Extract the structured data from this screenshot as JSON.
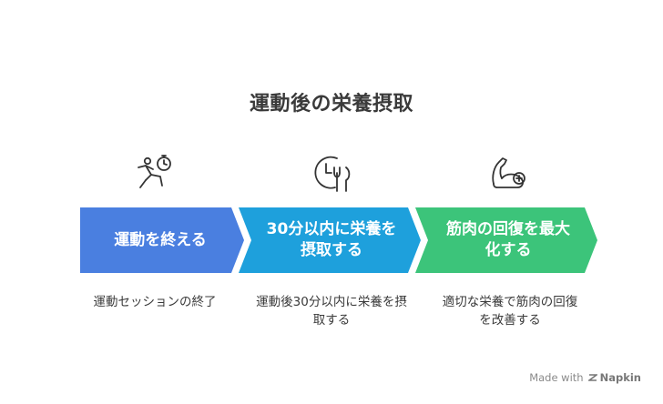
{
  "title": "運動後の栄養摂取",
  "steps": [
    {
      "label": "運動を終える",
      "description": "運動セッションの終了",
      "icon": "running-person-stopwatch-icon",
      "color": "#4a7fe0"
    },
    {
      "label": "30分以内に栄養を摂取する",
      "description": "運動後30分以内に栄養を摂取する",
      "icon": "clock-fork-knife-icon",
      "color": "#1ea0dc"
    },
    {
      "label": "筋肉の回復を最大化する",
      "description": "適切な栄養で筋肉の回復を改善する",
      "icon": "flexed-arm-plus-icon",
      "color": "#3cc47a"
    }
  ],
  "watermark": {
    "made_with": "Made with",
    "brand": "Napkin"
  }
}
